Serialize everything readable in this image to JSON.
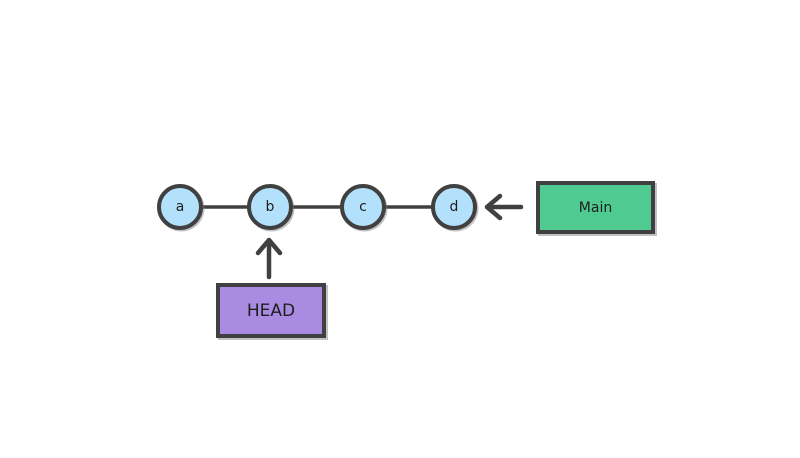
{
  "diagram": {
    "title": "git-commit-graph",
    "background_color": "#ffffff",
    "stroke_color": "#404040",
    "nodes": [
      {
        "id": "a",
        "label": "a",
        "fill": "#b3e1fb"
      },
      {
        "id": "b",
        "label": "b",
        "fill": "#b3e1fb"
      },
      {
        "id": "c",
        "label": "c",
        "fill": "#b3e1fb"
      },
      {
        "id": "d",
        "label": "d",
        "fill": "#b3e1fb"
      }
    ],
    "edges": [
      {
        "from": "a",
        "to": "b"
      },
      {
        "from": "b",
        "to": "c"
      },
      {
        "from": "c",
        "to": "d"
      }
    ],
    "branch_pointer": {
      "label": "Main",
      "fill": "#4fcb92",
      "points_to": "d",
      "arrow_direction": "left"
    },
    "head_pointer": {
      "label": "HEAD",
      "fill": "#a98ce2",
      "points_to": "b",
      "arrow_direction": "up"
    }
  }
}
